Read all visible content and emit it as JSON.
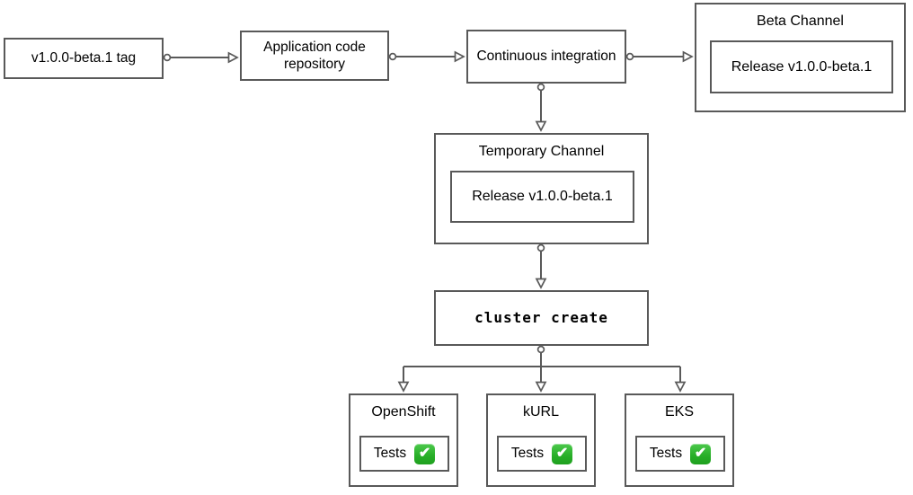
{
  "diagram": {
    "tag": {
      "label": "v1.0.0-beta.1 tag"
    },
    "repo": {
      "label": "Application code repository"
    },
    "ci": {
      "label": "Continuous integration"
    },
    "beta_channel": {
      "title": "Beta Channel",
      "release_label": "Release v1.0.0-beta.1"
    },
    "temporary_channel": {
      "title": "Temporary Channel",
      "release_label": "Release v1.0.0-beta.1"
    },
    "cluster_create": {
      "label": "cluster create"
    },
    "clusters": [
      {
        "title": "OpenShift",
        "tests_label": "Tests",
        "status_icon": "check-mark-button",
        "check_glyph": "✔"
      },
      {
        "title": "kURL",
        "tests_label": "Tests",
        "status_icon": "check-mark-button",
        "check_glyph": "✔"
      },
      {
        "title": "EKS",
        "tests_label": "Tests",
        "status_icon": "check-mark-button",
        "check_glyph": "✔"
      }
    ],
    "colors": {
      "stroke": "#595959",
      "text": "#000000",
      "check_green": "#2db52d",
      "background": "#ffffff"
    }
  }
}
